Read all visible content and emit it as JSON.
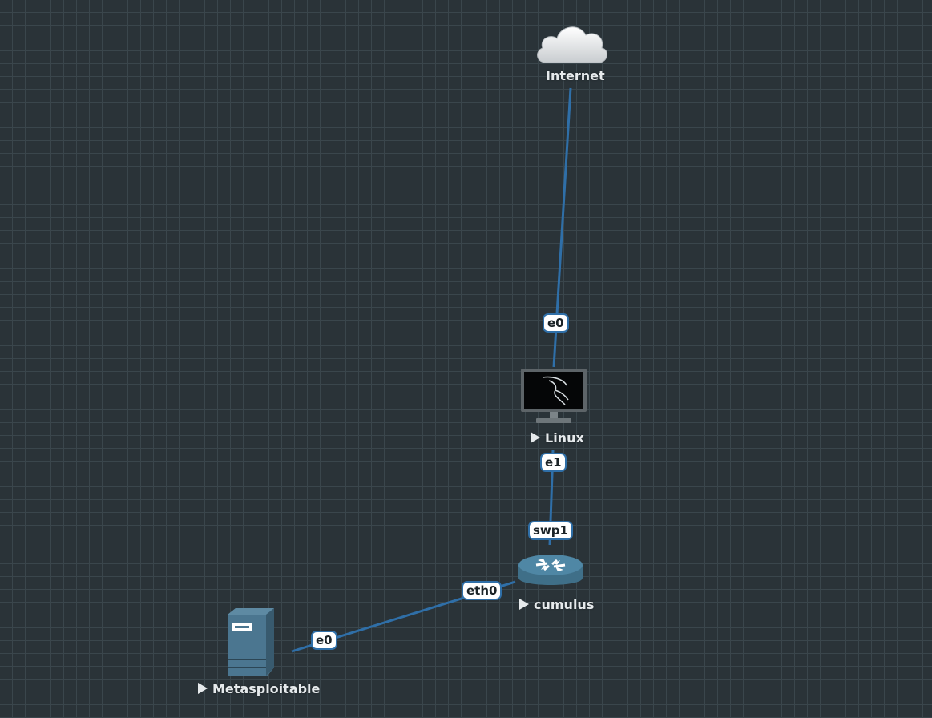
{
  "nodes": {
    "internet": {
      "label": "Internet",
      "icon": "cloud-icon"
    },
    "linux": {
      "label": "Linux",
      "icon": "kali-monitor-icon",
      "state": "stopped"
    },
    "cumulus": {
      "label": "cumulus",
      "icon": "router-icon",
      "state": "stopped"
    },
    "metasploitable": {
      "label": "Metasploitable",
      "icon": "server-icon",
      "state": "stopped"
    }
  },
  "ports": {
    "linux_e0": "e0",
    "linux_e1": "e1",
    "cumulus_swp1": "swp1",
    "cumulus_eth0": "eth0",
    "metasploitable_e0": "e0"
  },
  "colors": {
    "canvas_bg": "#2a3338",
    "grid": "#3a464c",
    "link": "#2f6fa8",
    "label": "#e6eaec"
  }
}
